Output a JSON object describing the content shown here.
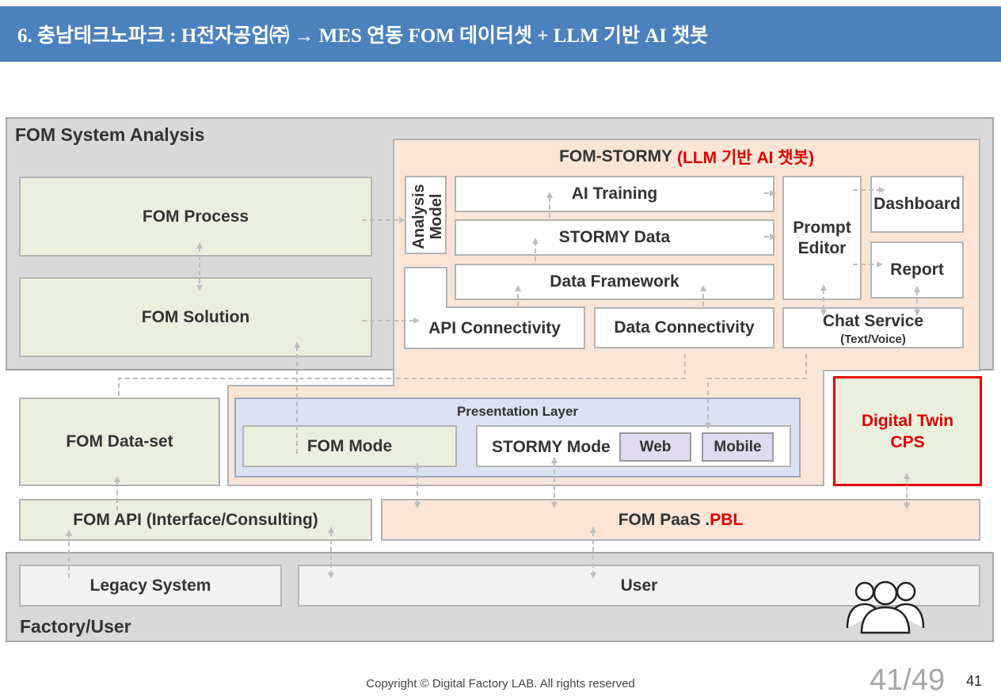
{
  "header": {
    "title": "6. 충남테크노파크 : H전자공업㈜ → MES 연동 FOM 데이터셋 + LLM 기반 AI 챗봇"
  },
  "diagram": {
    "fom_system_analysis": "FOM System Analysis",
    "fom_process": "FOM Process",
    "fom_solution": "FOM Solution",
    "stormy_title": "FOM-STORMY",
    "stormy_subtitle": "(LLM  기반 AI 챗봇)",
    "analysis_model": "Analysis Model",
    "ai_training": "AI Training",
    "stormy_data": "STORMY Data",
    "data_framework": "Data Framework",
    "api_connectivity": "API Connectivity",
    "data_connectivity": "Data Connectivity",
    "prompt_editor": "Prompt Editor",
    "dashboard": "Dashboard",
    "report": "Report",
    "chat_service": "Chat Service",
    "chat_service_sub": "(Text/Voice)",
    "fom_dataset": "FOM Data-set",
    "presentation_layer": "Presentation Layer",
    "fom_mode": "FOM Mode",
    "stormy_mode": "STORMY Mode",
    "web": "Web",
    "mobile": "Mobile",
    "digital_twin_line1": "Digital Twin",
    "digital_twin_line2": "CPS",
    "fom_api": "FOM API (Interface/Consulting)",
    "fom_paas": "FOM PaaS . ",
    "pbl": "PBL",
    "legacy_system": "Legacy System",
    "user": "User",
    "factory_user": "Factory/User"
  },
  "footer": {
    "copyright": "Copyright © Digital Factory LAB. All rights reserved",
    "page_counter": "41/49",
    "page_number": "41"
  },
  "icons": {
    "users": "users-group-icon"
  },
  "colors": {
    "header": "#4b81bd",
    "accent_red": "#e00000",
    "green_box": "#ebf0de",
    "peach_box": "#fbe5d6",
    "blue_box": "#dae3f3"
  }
}
